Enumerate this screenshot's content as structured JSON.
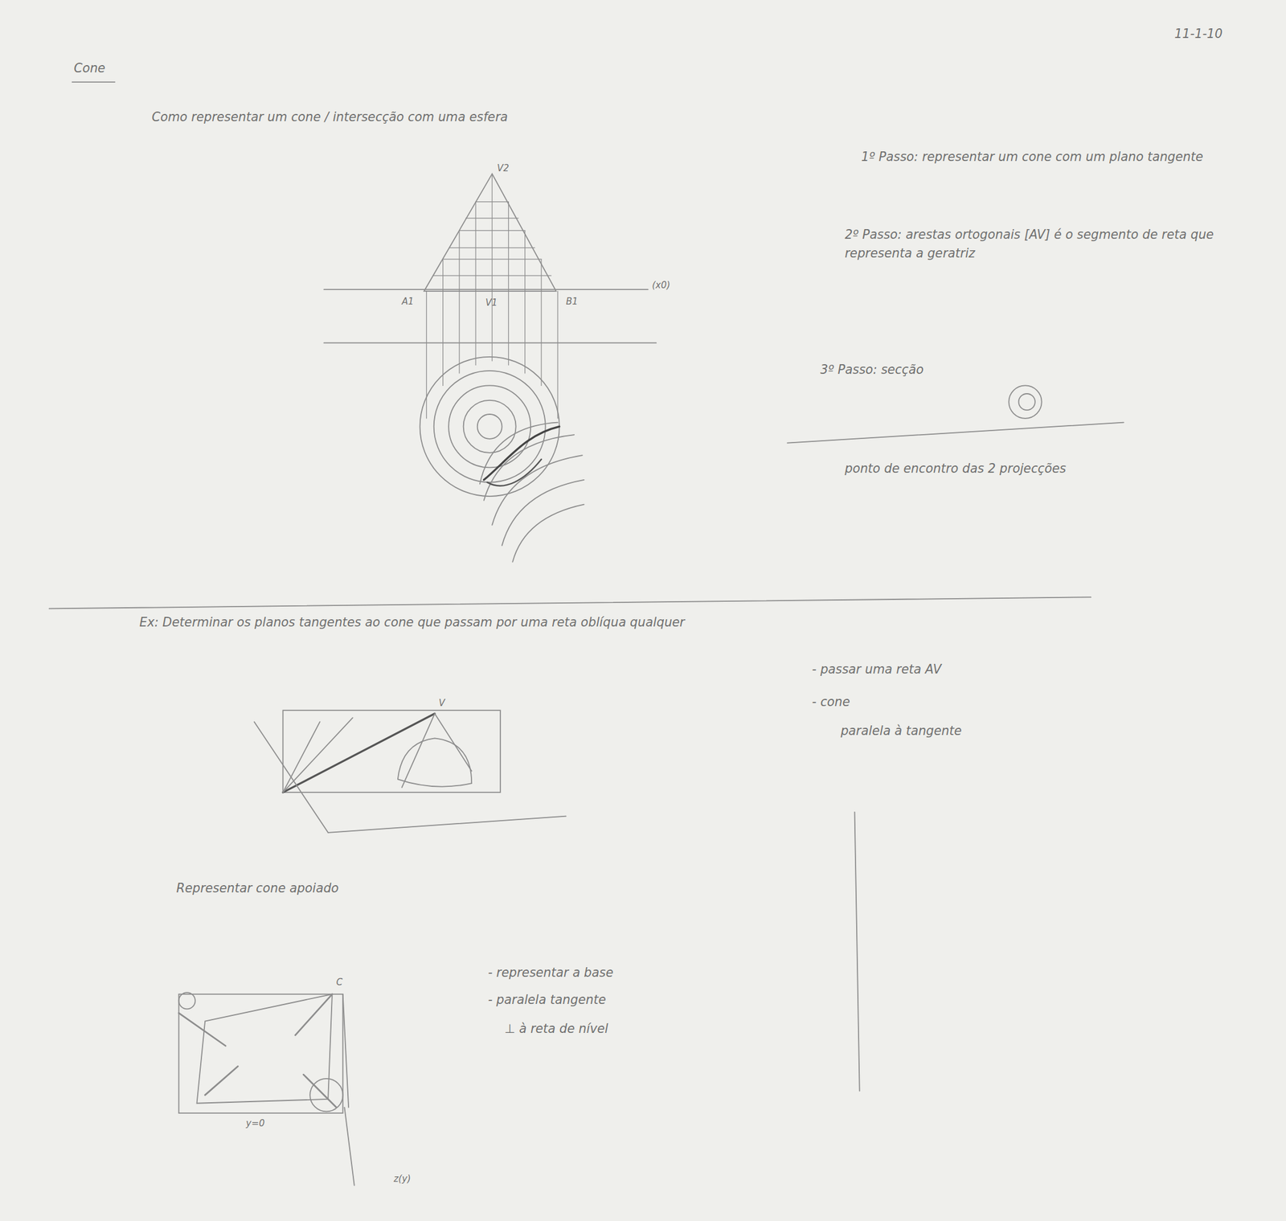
{
  "diagram": {
    "title": "Cone",
    "labels": [
      "11-1-10",
      "Como representar um cone / intersecção com uma esfera",
      "1º Passo: representar um cone com um plano tangente",
      "2º Passo: arestas ortogonais [AV] é o segmento de reta que representa a geratriz",
      "3º Passo: secção",
      "ponto de encontro das 2 projecções",
      "Ex: Determinar os planos tangentes ao cone que passam por uma reta oblíqua qualquer",
      "- passar uma reta AV",
      "- cone",
      "paralela à tangente",
      "Representar cone apoiado",
      "- representar a base",
      "- paralela tangente",
      "⊥ à reta de nível",
      "V2",
      "(x0)",
      "A1",
      "V1",
      "B1",
      "V",
      "C",
      "y=0",
      "z(y)"
    ]
  }
}
